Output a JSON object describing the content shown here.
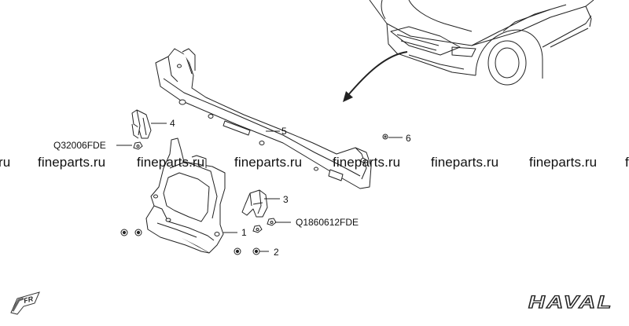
{
  "callouts": {
    "part_1": "1",
    "part_2": "2",
    "part_3": "3",
    "part_4": "4",
    "part_5": "5",
    "part_6": "6",
    "code_left": "Q32006FDE",
    "code_right": "Q1860612FDE"
  },
  "watermark": {
    "text": "fineparts.ru",
    "partial_left": "ru",
    "partial_right": "f"
  },
  "badges": {
    "direction": "FR",
    "brand_logo": "HAVAL"
  },
  "colors": {
    "line": "#222222",
    "hatch": "#9a9a9a"
  }
}
